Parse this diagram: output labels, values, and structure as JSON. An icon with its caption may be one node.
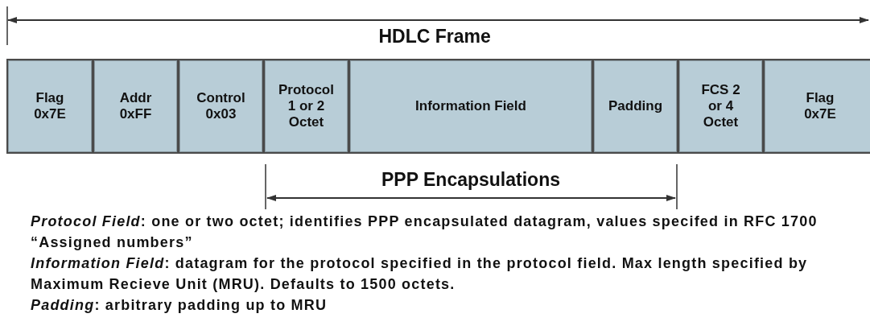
{
  "diagram": {
    "nodes": [
      {
        "text": [
          "Flag 0x7E"
        ]
      },
      {
        "text": [
          "Addr 0xFF"
        ]
      },
      {
        "text": [
          "Control 0x03"
        ]
      },
      {
        "text": [
          "Protocol 1 or 2 Octet"
        ]
      },
      {
        "text": [
          "Information Field"
        ]
      },
      {
        "text": [
          "Padding"
        ]
      },
      {
        "text": [
          "FCS 2 or 4 Octet"
        ]
      },
      {
        "text": [
          "Flag 0x7E"
        ]
      }
    ],
    "edges": [],
    "labels": [
      "HDLC Frame",
      "PPP Encapsulations",
      "*Protocol Field*: one or two octet; identifies PPP encapsulated datagram, values specifed in RFC 1700 “Assigned numbers”",
      "*Information Field*: datagram for the protocol specified in the protocol field. Max length specified by Maximum Recieve Unit (MRU). Defaults to 1500 octets.",
      "*Padding*: arbitrary padding up to MRU"
    ]
  }
}
